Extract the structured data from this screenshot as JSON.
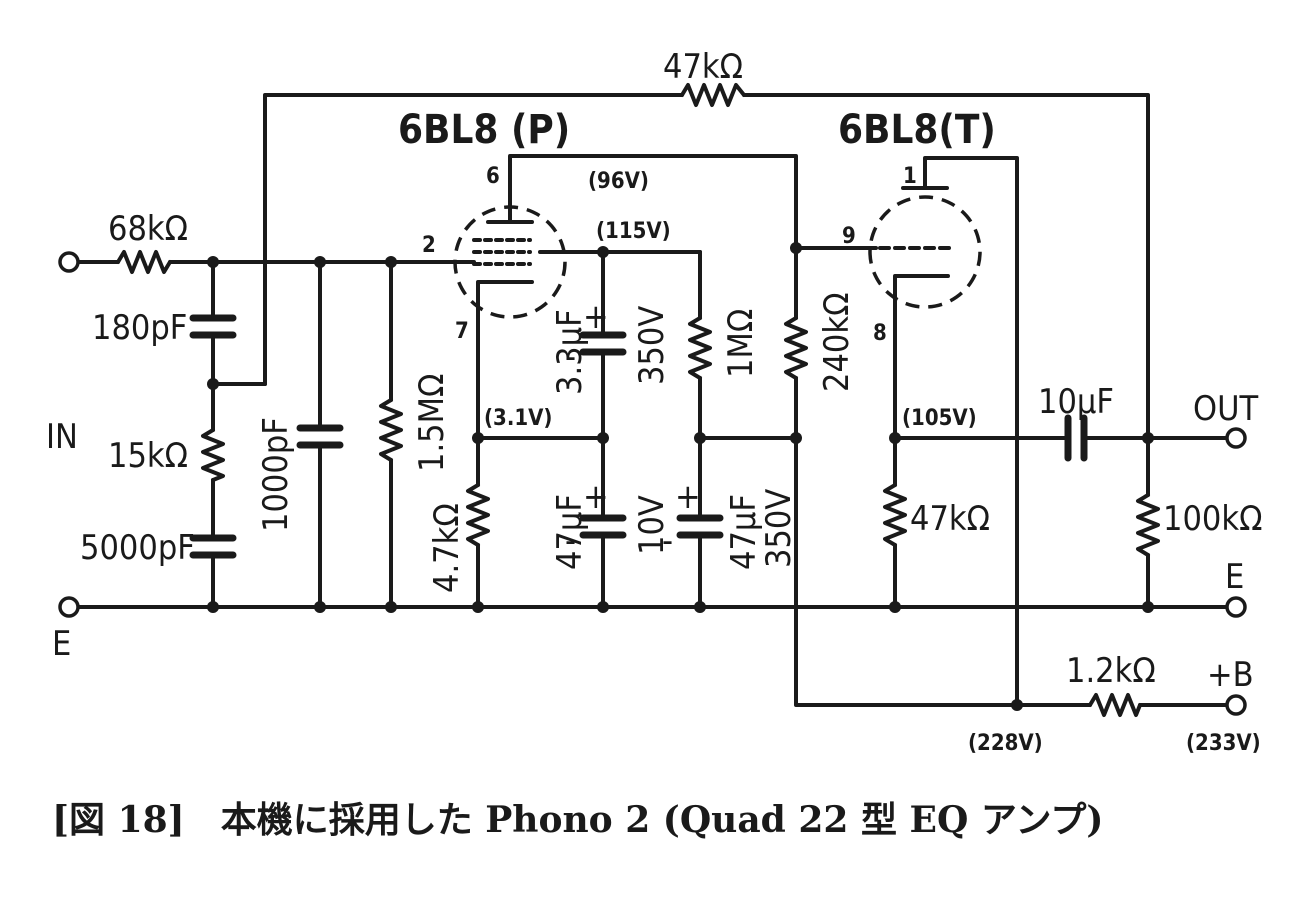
{
  "caption": "[図 18]　本機に採用した Phono 2 (Quad 22 型 EQ アンプ)",
  "tubes": {
    "pentode": "6BL8 (P)",
    "triode": "6BL8(T)"
  },
  "pins": {
    "p6": "6",
    "p2": "2",
    "p7": "7",
    "p1": "1",
    "p9": "9",
    "p8": "8"
  },
  "voltages": {
    "v96": "(96V)",
    "v115": "(115V)",
    "v31": "(3.1V)",
    "v105": "(105V)",
    "v228": "(228V)",
    "v233": "(233V)"
  },
  "terminals": {
    "in": "IN",
    "e_left": "E",
    "out": "OUT",
    "e_right": "E",
    "b_plus": "+B"
  },
  "components": {
    "r_fb": "47kΩ",
    "r_in": "68kΩ",
    "c_180": "180pF",
    "r_15k": "15kΩ",
    "c_5000": "5000pF",
    "c_1000": "1000pF",
    "r_15m": "1.5MΩ",
    "r_47k_cathode": "4.7kΩ",
    "c_33u": "3.3μF",
    "c_33u_v": "350V",
    "r_1m": "1MΩ",
    "r_240k": "240kΩ",
    "c_47u_a": "47μF",
    "c_47u_a_v": "10V",
    "c_47u_b": "47μF",
    "c_47u_b_v": "350V",
    "c_10u": "10μF",
    "r_47k_load": "47kΩ",
    "r_100k": "100kΩ",
    "r_12k": "1.2kΩ"
  },
  "polarity": {
    "plus": "+",
    "minus": "-"
  }
}
